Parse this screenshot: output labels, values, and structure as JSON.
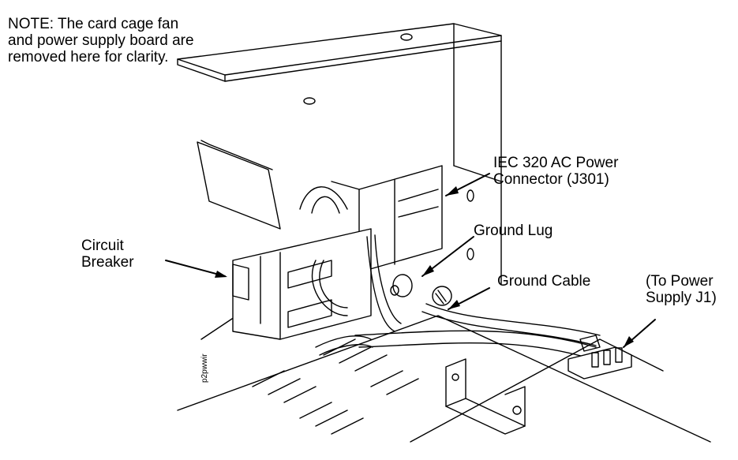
{
  "note": {
    "line1": "NOTE: The card cage fan",
    "line2": "and power supply board are",
    "line3": "removed here for clarity."
  },
  "callouts": {
    "iec_line1": "IEC 320 AC Power",
    "iec_line2": "Connector (J301)",
    "ground_lug": "Ground Lug",
    "circuit_line1": "Circuit",
    "circuit_line2": "Breaker",
    "ground_cable": "Ground Cable",
    "to_power_line1": "(To Power",
    "to_power_line2": "Supply J1)"
  },
  "figure_id": "p2pwwir"
}
